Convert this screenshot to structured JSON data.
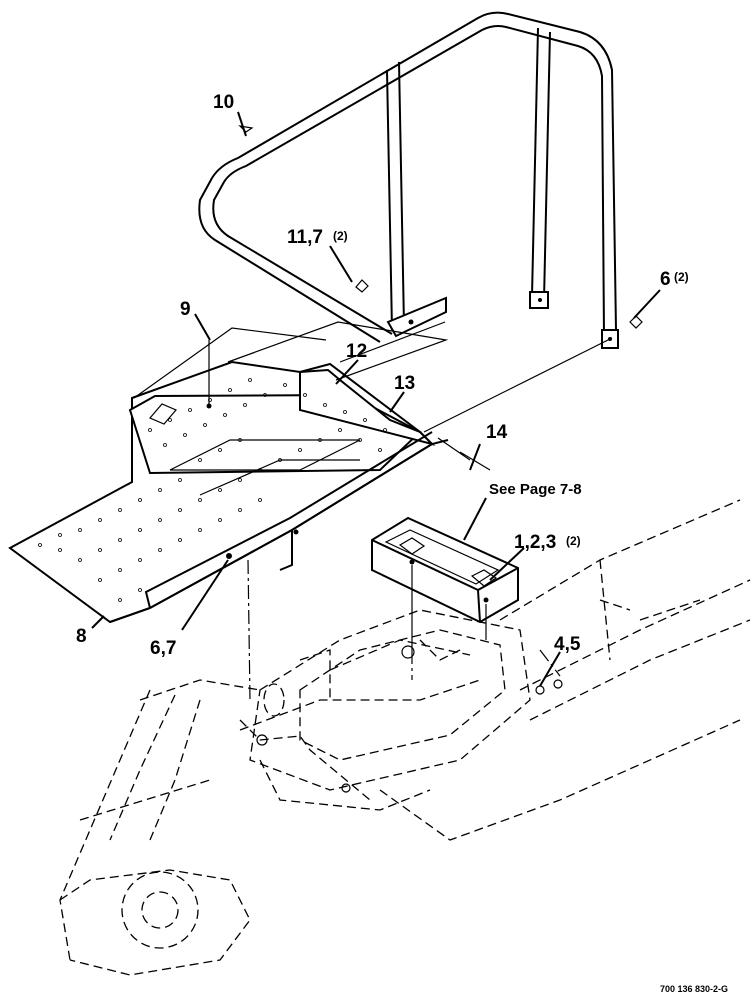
{
  "callouts": {
    "c10": "10",
    "c11_7": "11,7",
    "c11_7_qty": "(2)",
    "c6": "6",
    "c6_qty": "(2)",
    "c9": "9",
    "c12": "12",
    "c13": "13",
    "c14": "14",
    "c1_2_3": "1,2,3",
    "c1_2_3_qty": "(2)",
    "c4_5": "4,5",
    "c6_7": "6,7",
    "c8": "8"
  },
  "reference_note": "See Page 7-8",
  "drawing_number": "700 136 830-2-G",
  "colors": {
    "ink": "#000000",
    "paper": "#ffffff"
  }
}
